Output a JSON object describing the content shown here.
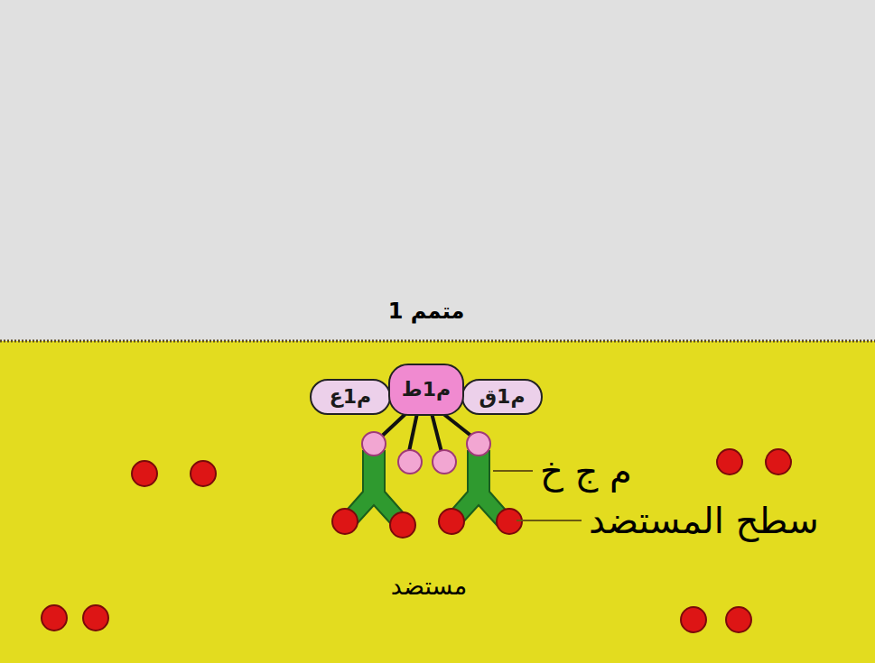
{
  "diagram": {
    "nodes": [
      {
        "text": [
          "م1ع"
        ]
      },
      {
        "text": [
          "م1ط"
        ]
      },
      {
        "text": [
          "م1ق"
        ]
      }
    ],
    "labels": [
      "متمم 1",
      "م ج خ",
      "سطح المستضد",
      "مستضد"
    ]
  }
}
